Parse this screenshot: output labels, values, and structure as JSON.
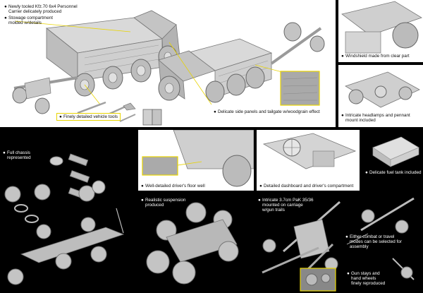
{
  "bullet": "●",
  "captions": {
    "personnel_carrier": [
      "Newly tooled Kfz.70 6x4 Personnel",
      "Carrier delicately produced"
    ],
    "stowage": [
      "Stowage compartment",
      "molded w/details"
    ],
    "side_panels": [
      "Delicate side panels and tailgate w/woodgrain effect"
    ],
    "vehicle_tools": [
      "Finely detailed vehicle tools"
    ],
    "windshield": [
      "Windshield made from clear part"
    ],
    "headlamps": [
      "Intricate headlamps and pennant",
      "mount included"
    ],
    "fuel_tank": [
      "Delicate fuel tank included"
    ],
    "floor_well": [
      "Well-detailed driver's floor well"
    ],
    "dashboard": [
      "Detailed dashboard and driver's compartment"
    ],
    "chassis": [
      "Full chassis",
      "represented"
    ],
    "suspension": [
      "Realistic suspension",
      "produced"
    ],
    "pak": [
      "Intricate 3.7cm PaK 35/36",
      "mounted on carriage",
      "w/gun trails"
    ],
    "modes": [
      "Either combat or travel",
      "modes can be selected for",
      "assembly"
    ],
    "gun_stays": [
      "Gun stays and",
      "hand wheels",
      "finely reproduced"
    ]
  },
  "colors": {
    "background": "#000000",
    "panel": "#ffffff",
    "model_gray": "#cfcfcf",
    "model_shadow": "#8e8e8e",
    "callout": "#e8d400",
    "caption": "#ffffff"
  }
}
